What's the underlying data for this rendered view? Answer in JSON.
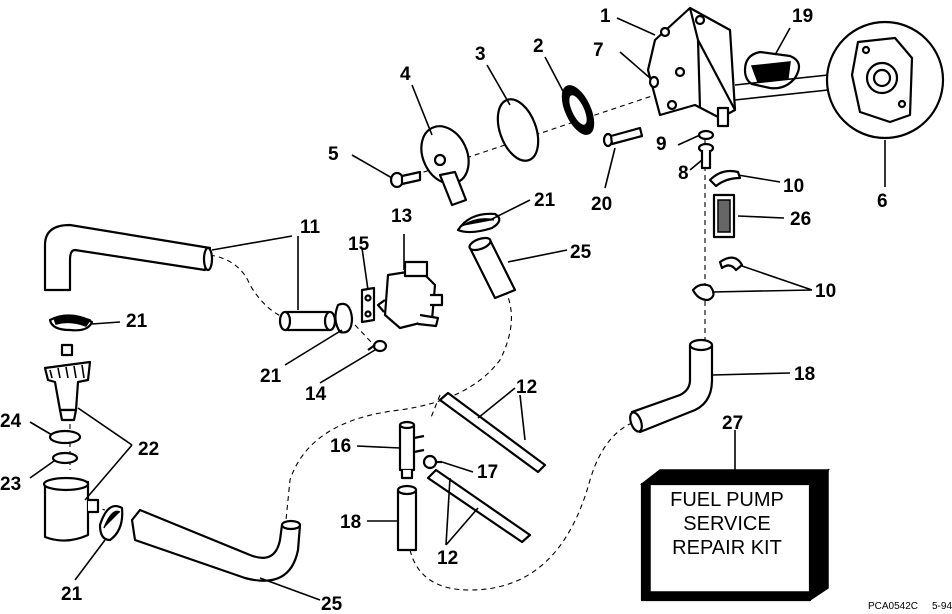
{
  "callouts": {
    "c1": "1",
    "c2": "2",
    "c3": "3",
    "c4": "4",
    "c5": "5",
    "c6": "6",
    "c7": "7",
    "c8": "8",
    "c9": "9",
    "c10a": "10",
    "c10b": "10",
    "c11": "11",
    "c12a": "12",
    "c12b": "12",
    "c13": "13",
    "c14": "14",
    "c15": "15",
    "c16": "16",
    "c17": "17",
    "c18a": "18",
    "c18b": "18",
    "c19": "19",
    "c20": "20",
    "c21a": "21",
    "c21b": "21",
    "c21c": "21",
    "c21d": "21",
    "c22": "22",
    "c23": "23",
    "c24": "24",
    "c25a": "25",
    "c25b": "25",
    "c26": "26",
    "c27": "27"
  },
  "kit_box": {
    "line1": "FUEL PUMP",
    "line2": "SERVICE",
    "line3": "REPAIR KIT"
  },
  "footer": {
    "code": "PCA0542C",
    "date": "5-94"
  }
}
